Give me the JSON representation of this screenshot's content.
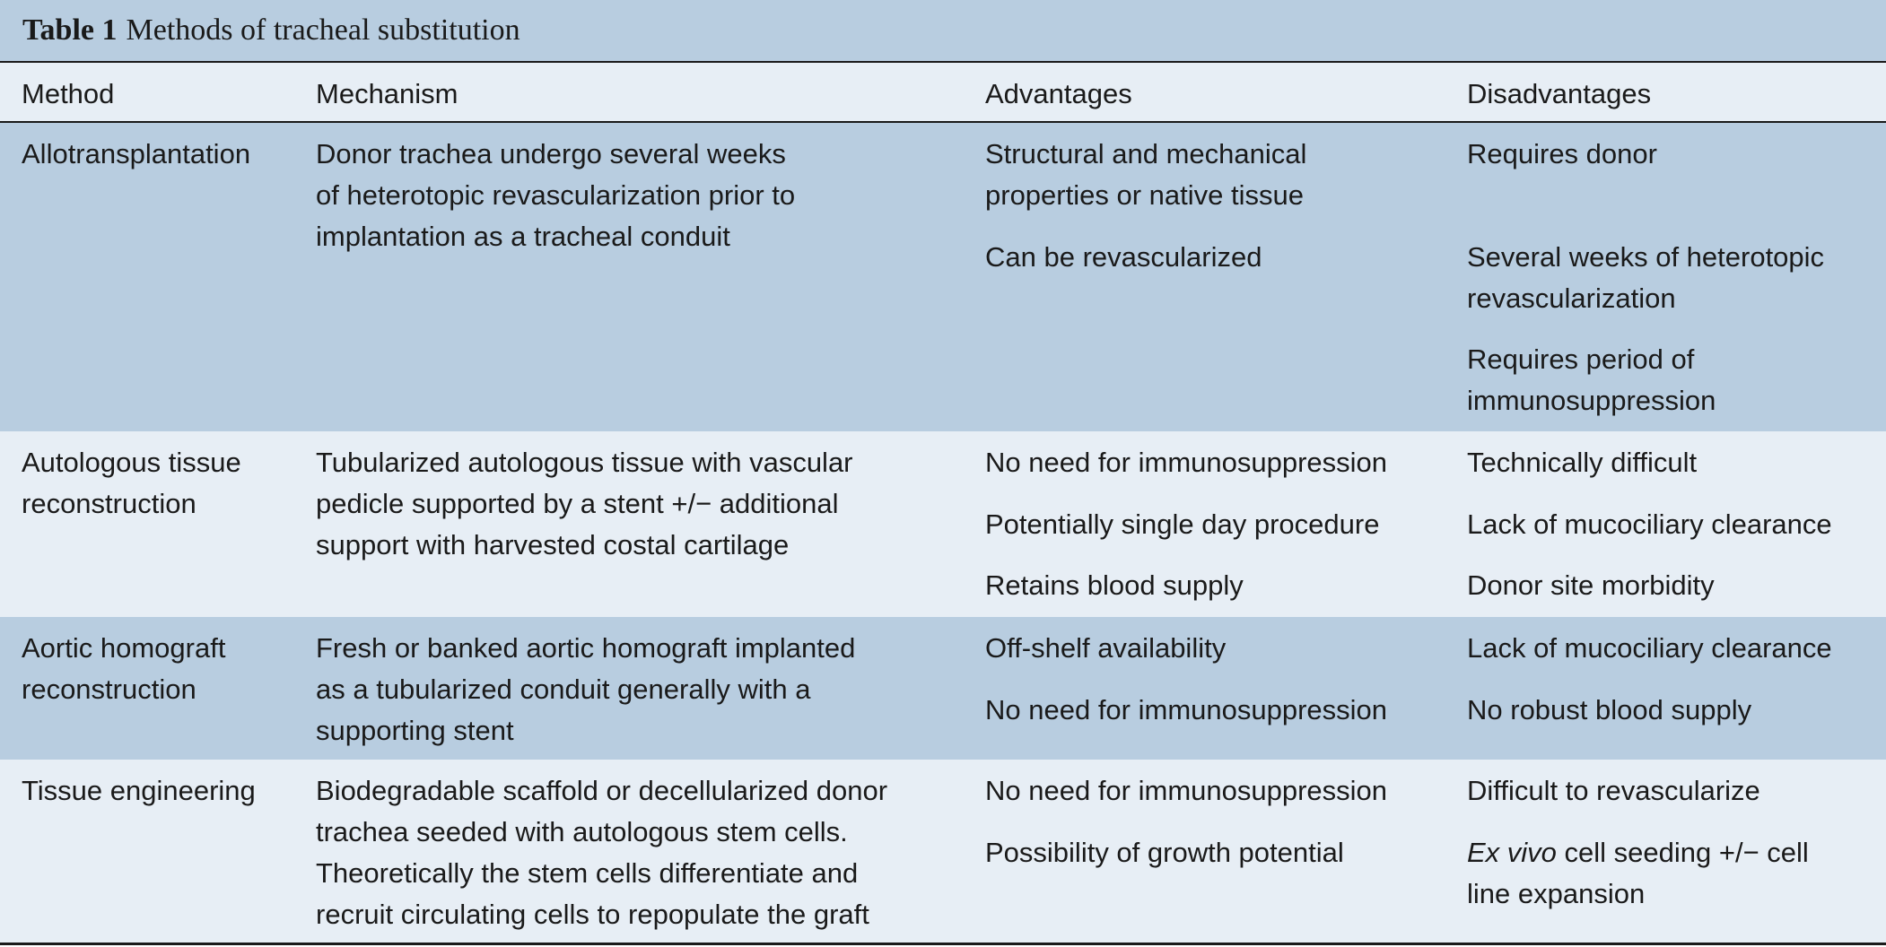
{
  "caption": {
    "label": "Table 1",
    "title": "Methods of tracheal substitution"
  },
  "headers": [
    "Method",
    "Mechanism",
    "Advantages",
    "Disadvantages"
  ],
  "rows": [
    {
      "method": [
        "Allotransplantation"
      ],
      "mechanism": [
        "Donor trachea undergo several weeks",
        "of heterotopic revascularization prior to",
        "implantation as a tracheal conduit"
      ],
      "advantages": [
        [
          "Structural and mechanical",
          "properties or native tissue"
        ],
        [
          "Can be revascularized"
        ]
      ],
      "disadvantages": [
        [
          "Requires donor"
        ],
        [
          "Several weeks of heterotopic",
          "revascularization"
        ],
        [
          "Requires period of",
          "immunosuppression"
        ]
      ]
    },
    {
      "method": [
        "Autologous tissue",
        "reconstruction"
      ],
      "mechanism": [
        "Tubularized autologous tissue with vascular",
        "pedicle supported by a stent +/− additional",
        "support with harvested costal cartilage"
      ],
      "advantages": [
        [
          "No need for immunosuppression"
        ],
        [
          "Potentially single day procedure"
        ],
        [
          "Retains blood supply"
        ]
      ],
      "disadvantages": [
        [
          "Technically difficult"
        ],
        [
          "Lack of mucociliary clearance"
        ],
        [
          "Donor site morbidity"
        ]
      ]
    },
    {
      "method": [
        "Aortic homograft",
        "reconstruction"
      ],
      "mechanism": [
        "Fresh or banked aortic homograft implanted",
        "as a tubularized conduit generally with a",
        "supporting stent"
      ],
      "advantages": [
        [
          "Off-shelf availability"
        ],
        [
          "No need for immunosuppression"
        ]
      ],
      "disadvantages": [
        [
          "Lack of mucociliary clearance"
        ],
        [
          "No robust blood supply"
        ]
      ]
    },
    {
      "method": [
        "Tissue engineering"
      ],
      "mechanism": [
        "Biodegradable scaffold or decellularized donor",
        "trachea seeded with autologous stem cells.",
        "Theoretically the stem cells differentiate and",
        "recruit circulating cells to repopulate the graft"
      ],
      "advantages": [
        [
          "No need for immunosuppression"
        ],
        [
          "Possibility of growth potential"
        ]
      ],
      "disadvantages": [
        [
          "Difficult to revascularize"
        ],
        {
          "italic": "Ex vivo",
          "rest": " cell seeding +/− cell",
          "line2": "line expansion"
        }
      ]
    }
  ]
}
